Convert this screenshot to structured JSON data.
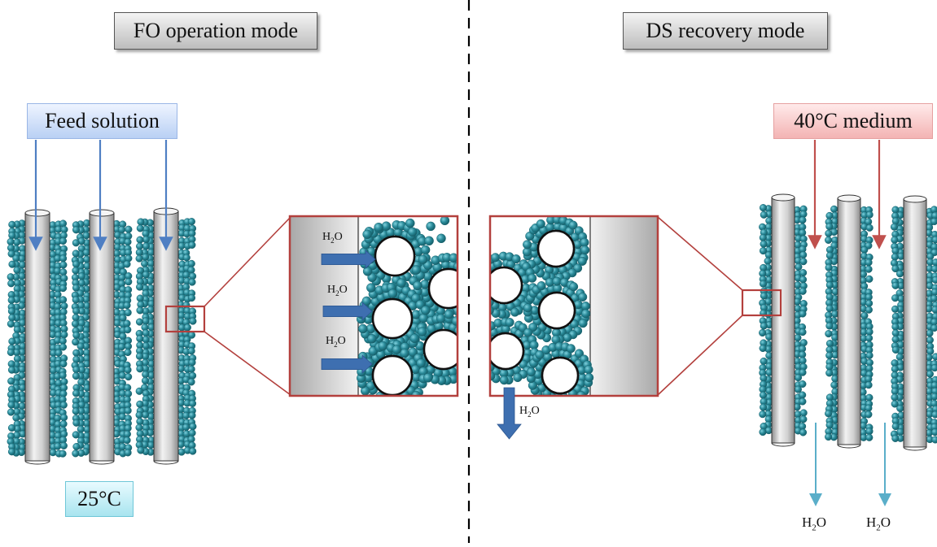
{
  "diagram": {
    "left_mode": {
      "title": "FO operation mode"
    },
    "right_mode": {
      "title": "DS recovery mode"
    },
    "feed_label": "Feed solution",
    "hot_label": "40°C medium",
    "cold_label": "25°C",
    "water": {
      "formula": "H",
      "subscript": "2",
      "suffix": "O"
    }
  },
  "colors": {
    "particle": "#2a8a99",
    "particle_edge": "#176470",
    "frame": "#b3403d",
    "feed_arrow": "#4f7fc3",
    "hot_arrow": "#c0504d",
    "water_out_arrow": "#5aaec9",
    "flux_arrow": "#3e6fb0",
    "divider": "#000000"
  }
}
